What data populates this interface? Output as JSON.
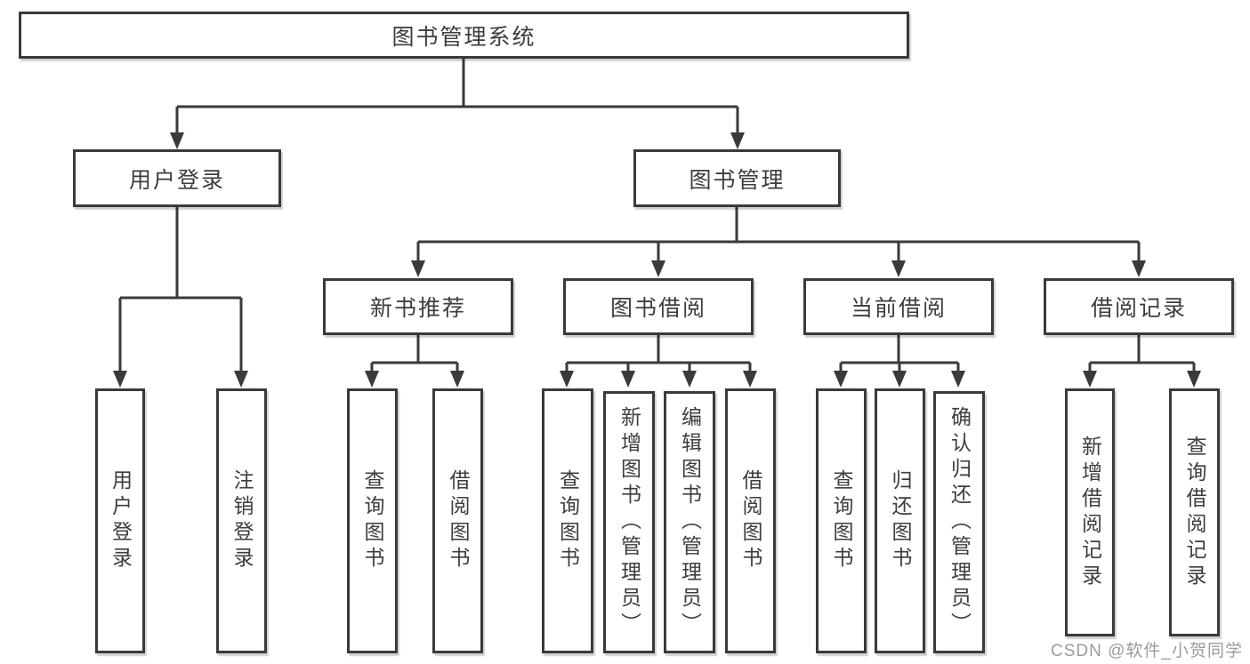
{
  "tree": {
    "root": "图书管理系统",
    "children": [
      {
        "label": "用户登录",
        "leaves": [
          "用户登录",
          "注销登录"
        ]
      },
      {
        "label": "图书管理",
        "children": [
          {
            "label": "新书推荐",
            "leaves": [
              "查询图书",
              "借阅图书"
            ]
          },
          {
            "label": "图书借阅",
            "leaves": [
              "查询图书",
              "新增图书（管理员）",
              "编辑图书（管理员）",
              "借阅图书"
            ]
          },
          {
            "label": "当前借阅",
            "leaves": [
              "查询图书",
              "归还图书",
              "确认归还（管理员）"
            ]
          },
          {
            "label": "借阅记录",
            "leaves": [
              "新增借阅记录",
              "查询借阅记录"
            ]
          }
        ]
      }
    ]
  },
  "watermark": "CSDN @软件_小贺同学",
  "colors": {
    "line": "#3a3a3a",
    "text": "#3d3d3d",
    "box_bg": "#ffffff",
    "watermark": "#9b9b9b"
  }
}
